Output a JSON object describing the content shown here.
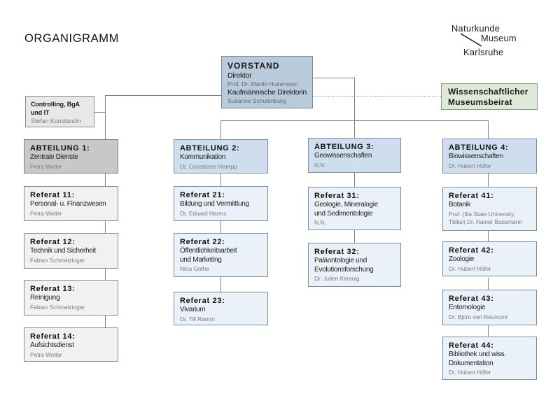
{
  "page_title": "ORGANIGRAMM",
  "logo": {
    "lines": [
      "Naturkunde",
      "Museum",
      "Karlsruhe"
    ]
  },
  "vorstand": {
    "title": "VORSTAND",
    "role1": "Direktor",
    "person1": "Prof. Dr. Martin Husemann",
    "role2": "Kaufmännische Direktorin",
    "person2": "Susanne Schulenburg"
  },
  "beirat": {
    "line1": "Wissenschaftlicher",
    "line2": "Museumsbeirat"
  },
  "controlling": {
    "title": "Controlling, BgA und IT",
    "person": "Stefan Konstandin"
  },
  "departments": [
    {
      "title": "ABTEILUNG 1:",
      "subtitle": "Zentrale Dienste",
      "person": "Petra Weiler",
      "referate": [
        {
          "title": "Referat 11:",
          "subtitle": "Personal- u. Finanzwesen",
          "person": "Petra Weiler"
        },
        {
          "title": "Referat 12:",
          "subtitle": "Technik und Sicherheit",
          "person": "Fabian Schmelzinger"
        },
        {
          "title": "Referat 13:",
          "subtitle": "Reinigung",
          "person": "Fabian Schmelzinger"
        },
        {
          "title": "Referat 14:",
          "subtitle": "Aufsichtsdienst",
          "person": "Petra Weiler"
        }
      ]
    },
    {
      "title": "ABTEILUNG 2:",
      "subtitle": "Kommunikation",
      "person": "Dr. Constanze Hampp",
      "referate": [
        {
          "title": "Referat 21:",
          "subtitle": "Bildung und Vermittlung",
          "person": "Dr. Eduard Harms"
        },
        {
          "title": "Referat 22:",
          "subtitle": "Öffentlichkeitsarbeit und Marketing",
          "person": "Nina Gothe"
        },
        {
          "title": "Referat 23:",
          "subtitle": "Vivarium",
          "person": "Dr. Till Ramm"
        }
      ]
    },
    {
      "title": "ABTEILUNG 3:",
      "subtitle": "Geowissenschaften",
      "person": "N.N.",
      "referate": [
        {
          "title": "Referat 31:",
          "subtitle": "Geologie, Mineralogie und Sedimentologie",
          "person": "N.N."
        },
        {
          "title": "Referat 32:",
          "subtitle": "Paläontologie und Evolutionsforschung",
          "person": "Dr. Julien Kimmig"
        }
      ]
    },
    {
      "title": "ABTEILUNG 4:",
      "subtitle": "Biowissenschaften",
      "person": "Dr. Hubert Höfer",
      "referate": [
        {
          "title": "Referat 41:",
          "subtitle": "Botanik",
          "person": "Prof. (Ilia State University, Tbilisi) Dr. Rainer Bussmann"
        },
        {
          "title": "Referat 42:",
          "subtitle": "Zoologie",
          "person": "Dr. Hubert Höfer"
        },
        {
          "title": "Referat 43:",
          "subtitle": "Entomologie",
          "person": "Dr. Björn von Reumont"
        },
        {
          "title": "Referat 44:",
          "subtitle": "Bibliothek und wiss. Dokumentation",
          "person": "Dr. Hubert Höfer"
        }
      ]
    }
  ],
  "colors": {
    "vorstand_bg": "#b9cbdb",
    "abteilung_blue_bg": "#cfdeee",
    "referat_blue_bg": "#eaf1f8",
    "abteilung_gray_bg": "#c7c8c8",
    "referat_gray_bg": "#f1f1f1",
    "controlling_bg": "#e7e8e8",
    "beirat_bg": "#dfe9d8",
    "connector_line": "#808080",
    "text": "#1a1a1a"
  }
}
